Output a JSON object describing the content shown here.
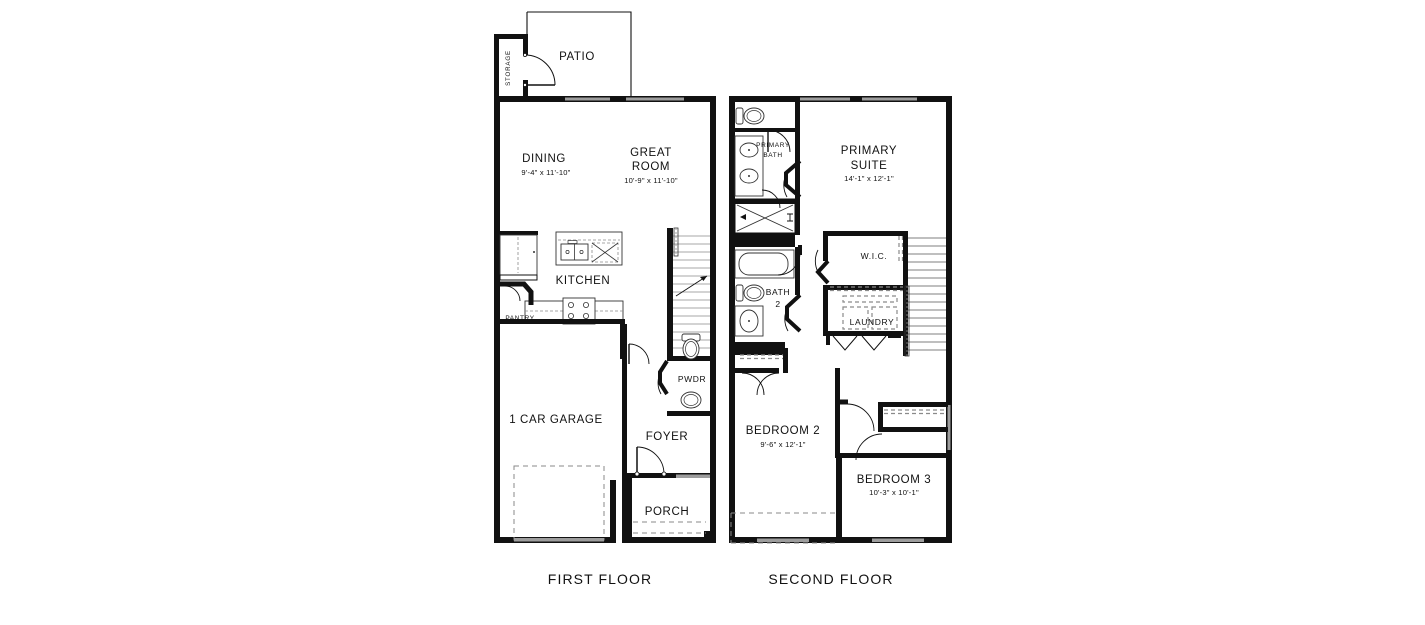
{
  "document": {
    "type": "residential-floor-plan",
    "background_color": "#ffffff",
    "ink_color": "#111111",
    "window_color": "#9d9d9d",
    "fixture_line_color": "#333333",
    "dashed_color": "#8a8a8a"
  },
  "floors": [
    {
      "id": "first-floor",
      "title": "FIRST FLOOR",
      "rooms": [
        {
          "key": "patio",
          "label": "PATIO",
          "dimensions": ""
        },
        {
          "key": "storage",
          "label": "STORAGE",
          "dimensions": ""
        },
        {
          "key": "dining",
          "label": "DINING",
          "dimensions": "9'-4\" x 11'-10\""
        },
        {
          "key": "great",
          "label_line1": "GREAT",
          "label_line2": "ROOM",
          "label": "GREAT ROOM",
          "dimensions": "10'-9\" x 11'-10\""
        },
        {
          "key": "kitchen",
          "label": "KITCHEN",
          "dimensions": ""
        },
        {
          "key": "pantry",
          "label": "PANTRY",
          "dimensions": ""
        },
        {
          "key": "pwdr",
          "label": "PWDR",
          "dimensions": ""
        },
        {
          "key": "garage",
          "label": "1 CAR GARAGE",
          "dimensions": ""
        },
        {
          "key": "foyer",
          "label": "FOYER",
          "dimensions": ""
        },
        {
          "key": "porch",
          "label": "PORCH",
          "dimensions": ""
        }
      ]
    },
    {
      "id": "second-floor",
      "title": "SECOND FLOOR",
      "rooms": [
        {
          "key": "primary-bath",
          "label_line1": "PRIMARY",
          "label_line2": "BATH",
          "label": "PRIMARY BATH",
          "dimensions": ""
        },
        {
          "key": "primary-suite",
          "label_line1": "PRIMARY",
          "label_line2": "SUITE",
          "label": "PRIMARY SUITE",
          "dimensions": "14'-1\" x 12'-1\""
        },
        {
          "key": "wic",
          "label": "W.I.C.",
          "dimensions": ""
        },
        {
          "key": "bath2",
          "label_line1": "BATH",
          "label_line2": "2",
          "label": "BATH 2",
          "dimensions": ""
        },
        {
          "key": "laundry",
          "label": "LAUNDRY",
          "dimensions": ""
        },
        {
          "key": "bedroom2",
          "label": "BEDROOM 2",
          "dimensions": "9'-6\" x 12'-1\""
        },
        {
          "key": "bedroom3",
          "label": "BEDROOM 3",
          "dimensions": "10'-3\" x 10'-1\""
        }
      ]
    }
  ],
  "legend": {
    "stair_direction_marker": "up-arrow",
    "window_marker": "window-band",
    "door_marker": "door-swing-arc",
    "appliance_markers": [
      "sink",
      "range",
      "dishwasher",
      "refrigerator",
      "toilet",
      "tub",
      "shower",
      "vanity",
      "washer",
      "dryer"
    ]
  }
}
